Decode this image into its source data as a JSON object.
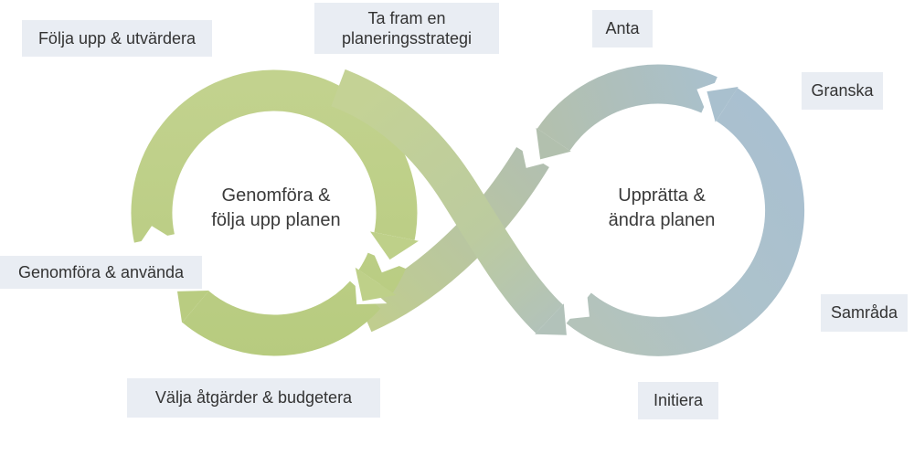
{
  "diagram": {
    "background": "#ffffff",
    "chip_bg": "#e9edf3",
    "text_color": "#333333",
    "left_loop": {
      "title_line1": "Genomföra &",
      "title_line2": "följa upp planen",
      "ring_color": "#bccf85"
    },
    "right_loop": {
      "title_line1": "Upprätta &",
      "title_line2": "ändra planen",
      "ring_color_green": "#b3c0ae",
      "ring_color_blue": "#a9c0d0"
    },
    "stage_labels": [
      {
        "text": "Följa upp & utvärdera"
      },
      {
        "line1": "Ta fram en",
        "line2": "planeringsstrategi"
      },
      {
        "text": "Anta"
      },
      {
        "text": "Granska"
      },
      {
        "text": "Samråda"
      },
      {
        "text": "Initiera"
      },
      {
        "text": "Välja åtgärder & budgetera"
      },
      {
        "text": "Genomföra & använda"
      }
    ]
  }
}
